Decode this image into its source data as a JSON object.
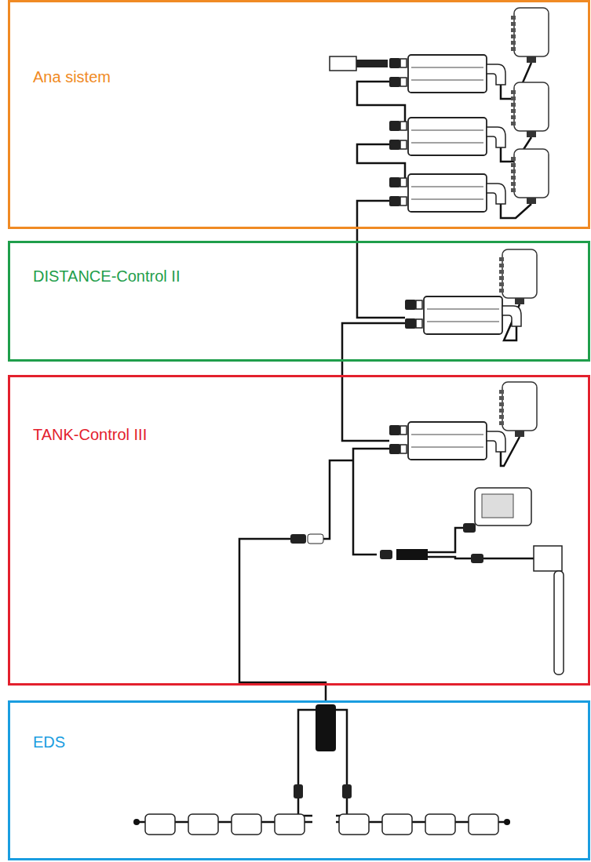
{
  "diagram": {
    "nodes": [
      {
        "text": [
          "Ana sistem"
        ]
      },
      {
        "text": [
          "DISTANCE-Control II"
        ]
      },
      {
        "text": [
          "TANK-Control III"
        ]
      },
      {
        "text": [
          "EDS"
        ]
      }
    ]
  }
}
